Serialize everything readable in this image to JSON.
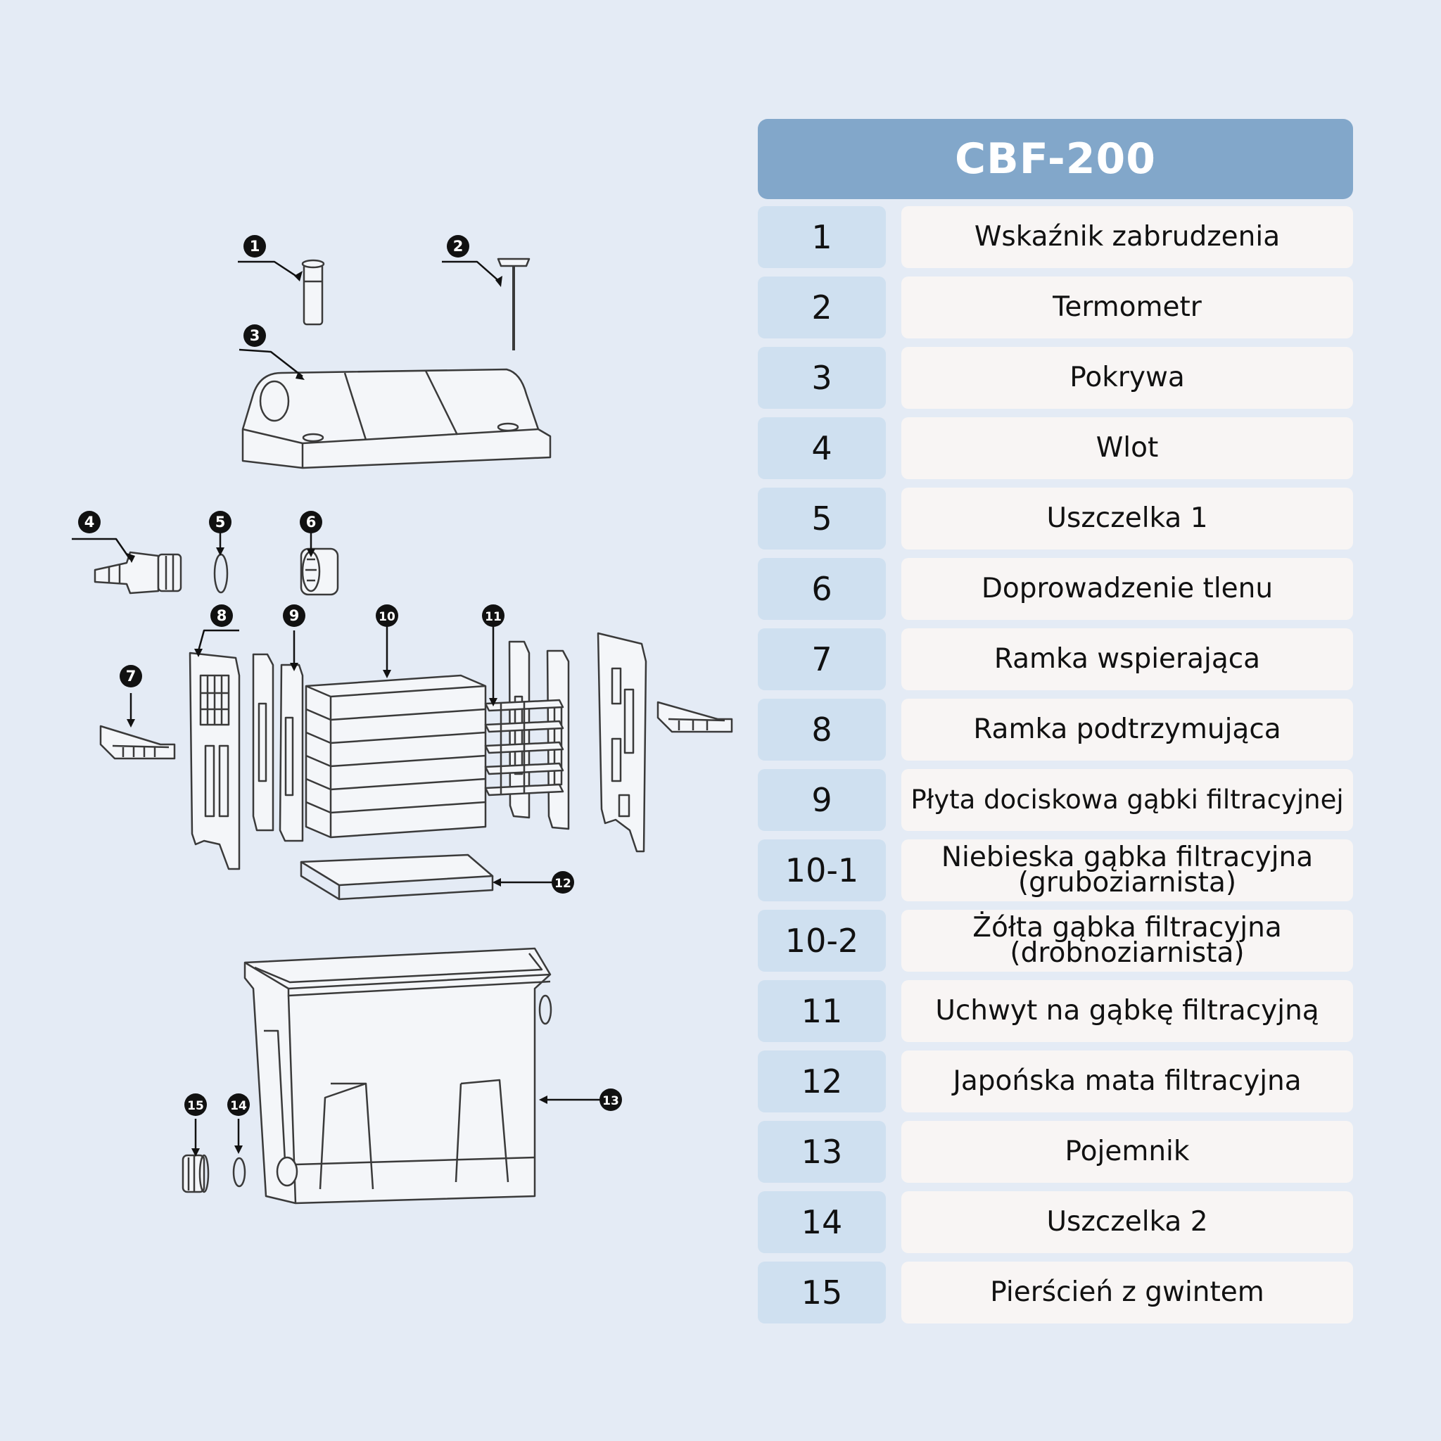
{
  "title": "CBF-200",
  "parts": [
    {
      "num": "1",
      "name": "Wskaźnik zabrudzenia"
    },
    {
      "num": "2",
      "name": "Termometr"
    },
    {
      "num": "3",
      "name": "Pokrywa"
    },
    {
      "num": "4",
      "name": "Wlot"
    },
    {
      "num": "5",
      "name": "Uszczelka 1"
    },
    {
      "num": "6",
      "name": "Doprowadzenie tlenu"
    },
    {
      "num": "7",
      "name": "Ramka wspierająca"
    },
    {
      "num": "8",
      "name": "Ramka podtrzymująca"
    },
    {
      "num": "9",
      "name": "Płyta dociskowa gąbki filtracyjnej"
    },
    {
      "num": "10-1",
      "name": "Niebieska gąbka filtracyjna\n(gruboziarnista)"
    },
    {
      "num": "10-2",
      "name": "Żółta gąbka filtracyjna\n(drobnoziarnista)"
    },
    {
      "num": "11",
      "name": "Uchwyt na gąbkę filtracyjną"
    },
    {
      "num": "12",
      "name": "Japońska mata filtracyjna"
    },
    {
      "num": "13",
      "name": "Pojemnik"
    },
    {
      "num": "14",
      "name": "Uszczelka 2"
    },
    {
      "num": "15",
      "name": "Pierścień z gwintem"
    }
  ],
  "diagram_callouts": [
    "1",
    "2",
    "3",
    "4",
    "5",
    "6",
    "7",
    "8",
    "9",
    "10",
    "11",
    "12",
    "13",
    "14",
    "15"
  ],
  "colors": {
    "background": "#e4ebf5",
    "header": "#82a7ca",
    "number_cell": "#cfe0f0",
    "name_cell": "#f8f5f4"
  }
}
